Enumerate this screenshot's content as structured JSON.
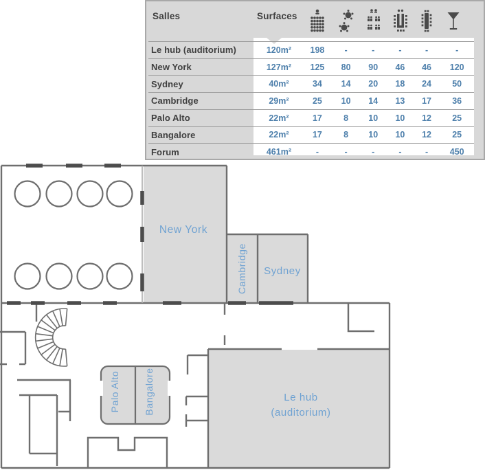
{
  "table": {
    "header": {
      "salles_label": "Salles",
      "surfaces_label": "Surfaces"
    },
    "columns": [
      {
        "icon": "theater-seating-icon"
      },
      {
        "icon": "banquet-tables-icon"
      },
      {
        "icon": "classroom-seating-icon"
      },
      {
        "icon": "u-shape-seating-icon"
      },
      {
        "icon": "boardroom-table-icon"
      },
      {
        "icon": "cocktail-glass-icon"
      }
    ],
    "rows": [
      {
        "name": "Le hub (auditorium)",
        "surface": "120m²",
        "capacities": [
          "198",
          "-",
          "-",
          "-",
          "-",
          "-"
        ]
      },
      {
        "name": "New York",
        "surface": "127m²",
        "capacities": [
          "125",
          "80",
          "90",
          "46",
          "46",
          "120"
        ]
      },
      {
        "name": "Sydney",
        "surface": "40m²",
        "capacities": [
          "34",
          "14",
          "20",
          "18",
          "24",
          "50"
        ]
      },
      {
        "name": "Cambridge",
        "surface": "29m²",
        "capacities": [
          "25",
          "10",
          "14",
          "13",
          "17",
          "36"
        ]
      },
      {
        "name": "Palo Alto",
        "surface": "22m²",
        "capacities": [
          "17",
          "8",
          "10",
          "10",
          "12",
          "25"
        ]
      },
      {
        "name": "Bangalore",
        "surface": "22m²",
        "capacities": [
          "17",
          "8",
          "10",
          "10",
          "12",
          "25"
        ]
      },
      {
        "name": "Forum",
        "surface": "461m²",
        "capacities": [
          "-",
          "-",
          "-",
          "-",
          "-",
          "450"
        ]
      }
    ]
  },
  "floorplan": {
    "rooms": {
      "new_york": {
        "label": "New York"
      },
      "cambridge": {
        "label": "Cambridge"
      },
      "sydney": {
        "label": "Sydney"
      },
      "palo_alto": {
        "label": "Palo Alto"
      },
      "bangalore": {
        "label": "Bangalore"
      },
      "le_hub": {
        "label_line1": "Le hub",
        "label_line2": "(auditorium)"
      }
    }
  },
  "colors": {
    "panel_bg": "#d8d8d8",
    "table_number_blue": "#4d7fab",
    "text_dark": "#3f3f3f",
    "room_fill": "#dadada",
    "wall_gray": "#6e6e6e",
    "plan_label_blue": "#6fa2d2"
  }
}
